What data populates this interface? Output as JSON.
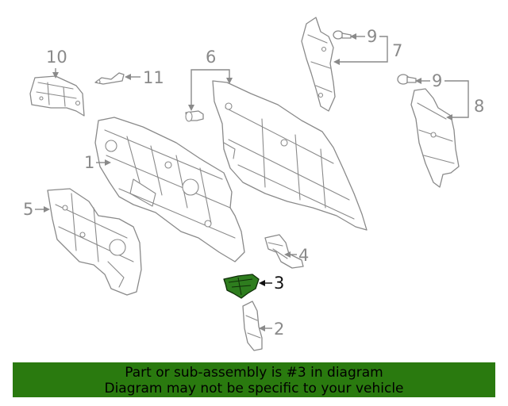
{
  "callouts": {
    "c1": "1",
    "c2": "2",
    "c3": "3",
    "c4": "4",
    "c5": "5",
    "c6": "6",
    "c7": "7",
    "c8": "8",
    "c9a": "9",
    "c9b": "9",
    "c10": "10",
    "c11": "11"
  },
  "highlighted_part": "3",
  "colors": {
    "line_art": "#8a8a8a",
    "highlight_fill": "#2e7d1e",
    "banner_background": "#2a7a0f",
    "banner_text": "#000000"
  },
  "banner": {
    "line1": "Part or sub-assembly is #3 in diagram",
    "line2": "Diagram may not be specific to your vehicle"
  }
}
